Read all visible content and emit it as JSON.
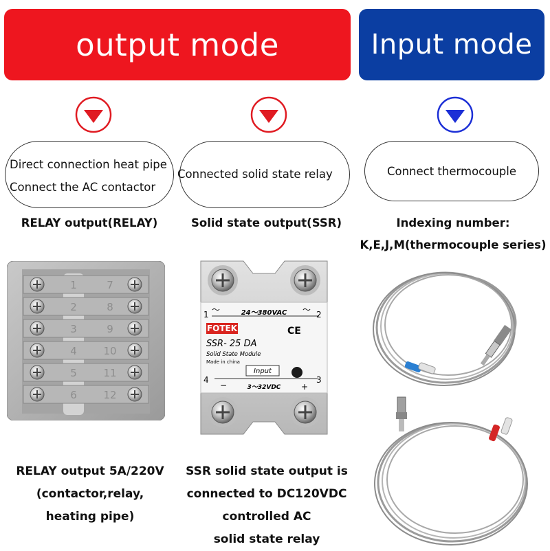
{
  "banners": {
    "output": "output mode",
    "input": "Input mode"
  },
  "colors": {
    "output_accent": "#ee161f",
    "input_accent": "#0b3ea2"
  },
  "cols": [
    {
      "pill_lines": [
        "Direct connection heat pipe",
        "Connect the AC contactor"
      ],
      "caption": [
        "RELAY output(RELAY)"
      ],
      "bottom": [
        "RELAY output 5A/220V",
        "(contactor,relay,",
        "heating pipe)"
      ]
    },
    {
      "pill_lines": [
        "Connected solid state relay"
      ],
      "caption": [
        "Solid state output(SSR)"
      ],
      "bottom": [
        "SSR solid state output is",
        "connected to DC120VDC",
        "controlled AC",
        "solid state relay"
      ]
    },
    {
      "pill_lines": [
        "Connect thermocouple"
      ],
      "caption": [
        "Indexing number:",
        "K,E,J,M(thermocouple series)"
      ],
      "bottom": []
    }
  ],
  "relay": {
    "left_numbers": [
      "1",
      "2",
      "3",
      "4",
      "5",
      "6"
    ],
    "right_numbers": [
      "7",
      "8",
      "9",
      "10",
      "11",
      "12"
    ]
  },
  "ssr": {
    "brand": "FOTEK",
    "model": "SSR- 25 DA",
    "module": "Solid State Module",
    "made": "Made in china",
    "ac_range": "24～380VAC",
    "input_label": "Input",
    "dc_range": "3～32VDC",
    "ce": "CE",
    "t1": "1",
    "t2": "2",
    "t3": "3",
    "t4": "4",
    "tilde": "～",
    "minus": "−",
    "plus": "+"
  }
}
